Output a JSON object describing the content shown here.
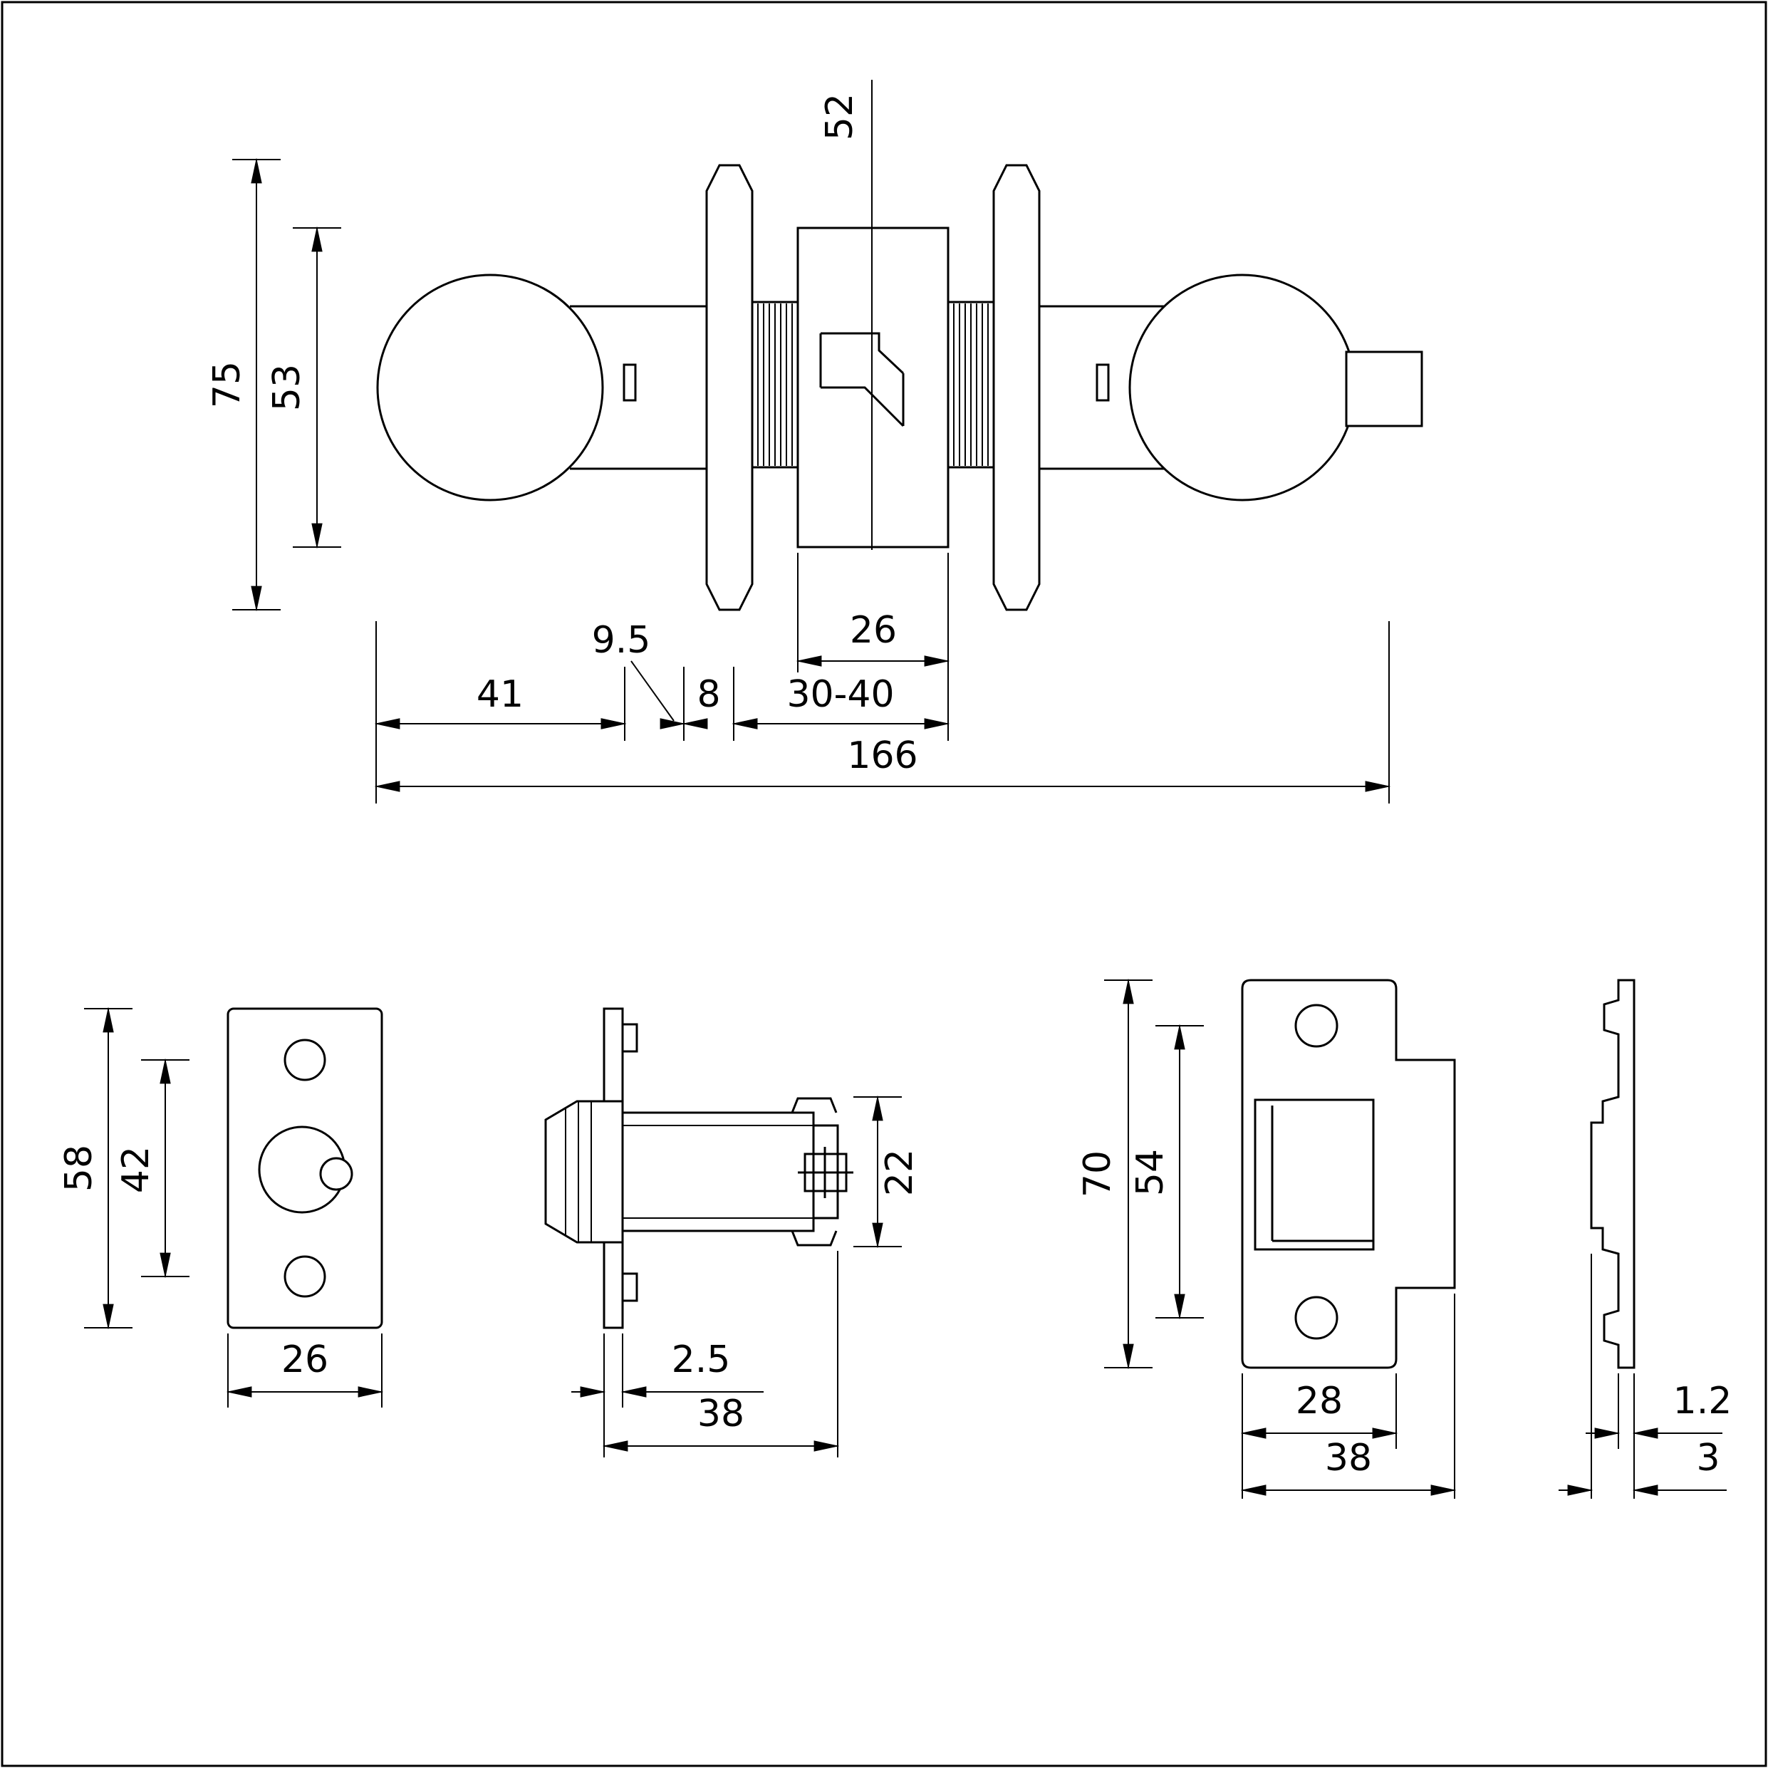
{
  "page": {
    "background": "#ffffff",
    "line_color": "#000000"
  },
  "views": {
    "assembly": {
      "dims": {
        "d52": "52",
        "d75": "75",
        "d53": "53",
        "d9_5": "9.5",
        "d26": "26",
        "d41": "41",
        "d8": "8",
        "d30_40": "30-40",
        "d166": "166"
      }
    },
    "faceplate_front": {
      "dims": {
        "d58": "58",
        "d42": "42",
        "d26": "26"
      }
    },
    "latch_side": {
      "dims": {
        "d22": "22",
        "d2_5": "2.5",
        "d38": "38"
      }
    },
    "strike_front": {
      "dims": {
        "d70": "70",
        "d54": "54",
        "d28": "28",
        "d38": "38"
      }
    },
    "strike_side": {
      "dims": {
        "d1_2": "1.2",
        "d3": "3"
      }
    }
  }
}
